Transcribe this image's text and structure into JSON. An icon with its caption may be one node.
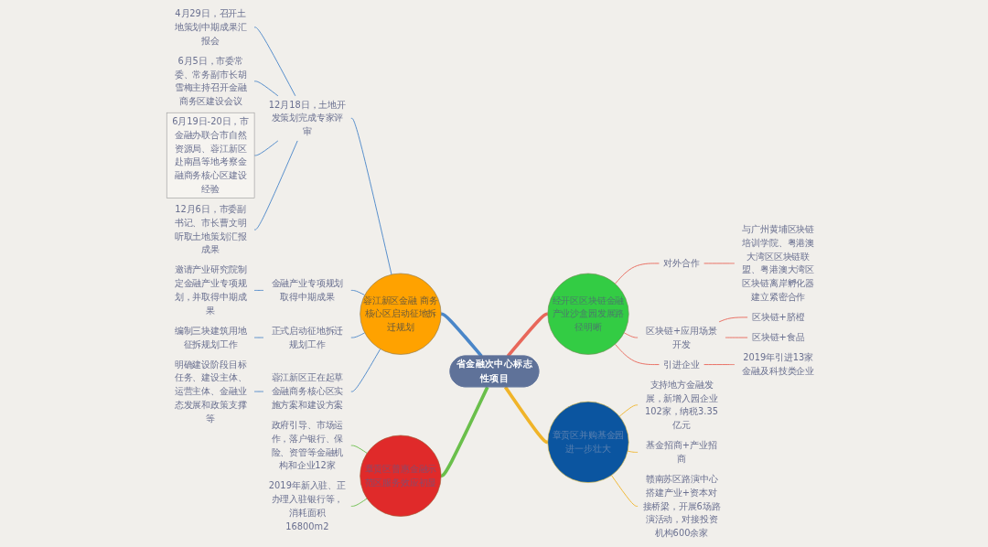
{
  "diagram": {
    "nodes": [
      {
        "text": [
          "省金融次中心标志性项目"
        ]
      },
      {
        "text": [
          "蓉江新区金融 商务核心区启动征地拆迁规划"
        ]
      },
      {
        "text": [
          "12月18日，土地开发策划完成专家评审"
        ]
      },
      {
        "text": [
          "4月29日，召开土地策划中期成果汇报会"
        ]
      },
      {
        "text": [
          "6月5日，市委常委、常务副市长胡雪梅主持召开金融商务区建设会议"
        ]
      },
      {
        "text": [
          "6月19日-20日，市金融办联合市自然资源局、蓉江新区赴南昌等地考察金融商务核心区建设经验"
        ]
      },
      {
        "text": [
          "12月6日，市委副书记、市长曹文明听取土地策划汇报成果"
        ]
      },
      {
        "text": [
          "金融产业专项规划取得中期成果"
        ]
      },
      {
        "text": [
          "邀请产业研究院制定金融产业专项规划，并取得中期成果"
        ]
      },
      {
        "text": [
          "正式启动征地拆迁规划工作"
        ]
      },
      {
        "text": [
          "编制三块建筑用地征拆规划工作"
        ]
      },
      {
        "text": [
          "蓉江新区正在起草金融商务核心区实施方案和建设方案"
        ]
      },
      {
        "text": [
          "明确建设阶段目标任务、建设主体、运营主体、金融业态发展和政策支撑等"
        ]
      },
      {
        "text": [
          "章贡区普惠金融示范区服务效应初显"
        ]
      },
      {
        "text": [
          "政府引导、市场运作，落户银行、保险、资管等金融机构和企业12家"
        ]
      },
      {
        "text": [
          "2019年新入驻、正办理入驻银行等，消耗面积16800m2"
        ]
      },
      {
        "text": [
          "经开区区块链金融产业沙盒园发展路径明晰"
        ]
      },
      {
        "text": [
          "对外合作"
        ]
      },
      {
        "text": [
          "与广州黄埔区块链培训学院、粤港澳大湾区区块链联盟、粤港澳大湾区区块链离岸孵化器建立紧密合作"
        ]
      },
      {
        "text": [
          "区块链+应用场景开发"
        ]
      },
      {
        "text": [
          "区块链+脐橙"
        ]
      },
      {
        "text": [
          "区块链+食品"
        ]
      },
      {
        "text": [
          "引进企业"
        ]
      },
      {
        "text": [
          "2019年引进13家金融及科技类企业"
        ]
      },
      {
        "text": [
          "章贡区并购基金园进一步壮大"
        ]
      },
      {
        "text": [
          "支持地方金融发展，新增入园企业102家，纳税3.35亿元"
        ]
      },
      {
        "text": [
          "基金招商+产业招商"
        ]
      },
      {
        "text": [
          "赣南苏区路演中心搭建产业+资本对接桥梁，开展6场路演活动，对接投资机构600余家"
        ]
      }
    ],
    "edges": [
      {
        "from": 0,
        "to": 1,
        "arrow": "none",
        "style": "thick"
      },
      {
        "from": 1,
        "to": 2,
        "arrow": "none"
      },
      {
        "from": 2,
        "to": 3,
        "arrow": "none"
      },
      {
        "from": 2,
        "to": 4,
        "arrow": "none"
      },
      {
        "from": 2,
        "to": 5,
        "arrow": "none"
      },
      {
        "from": 2,
        "to": 6,
        "arrow": "none"
      },
      {
        "from": 1,
        "to": 7,
        "arrow": "none"
      },
      {
        "from": 7,
        "to": 8,
        "arrow": "none"
      },
      {
        "from": 1,
        "to": 9,
        "arrow": "none"
      },
      {
        "from": 9,
        "to": 10,
        "arrow": "none"
      },
      {
        "from": 1,
        "to": 11,
        "arrow": "none"
      },
      {
        "from": 11,
        "to": 12,
        "arrow": "none"
      },
      {
        "from": 0,
        "to": 13,
        "arrow": "none",
        "style": "thick",
        "color": "#6abf4b"
      },
      {
        "from": 13,
        "to": 14,
        "arrow": "none",
        "color": "#6abf4b"
      },
      {
        "from": 13,
        "to": 15,
        "arrow": "none",
        "color": "#6abf4b"
      },
      {
        "from": 0,
        "to": 16,
        "arrow": "none",
        "style": "thick",
        "color": "#e8675a"
      },
      {
        "from": 16,
        "to": 17,
        "arrow": "none",
        "color": "#e8675a"
      },
      {
        "from": 17,
        "to": 18,
        "arrow": "none",
        "color": "#e8675a"
      },
      {
        "from": 16,
        "to": 19,
        "arrow": "none",
        "color": "#e8675a"
      },
      {
        "from": 19,
        "to": 20,
        "arrow": "none",
        "color": "#e8675a"
      },
      {
        "from": 19,
        "to": 21,
        "arrow": "none",
        "color": "#e8675a"
      },
      {
        "from": 16,
        "to": 22,
        "arrow": "none",
        "color": "#e8675a"
      },
      {
        "from": 22,
        "to": 23,
        "arrow": "none",
        "color": "#e8675a"
      },
      {
        "from": 0,
        "to": 24,
        "arrow": "none",
        "style": "thick",
        "color": "#f0b429"
      },
      {
        "from": 24,
        "to": 25,
        "arrow": "none",
        "color": "#f0b429"
      },
      {
        "from": 24,
        "to": 26,
        "arrow": "none",
        "color": "#f0b429"
      },
      {
        "from": 24,
        "to": 27,
        "arrow": "none",
        "color": "#f0b429"
      }
    ]
  }
}
